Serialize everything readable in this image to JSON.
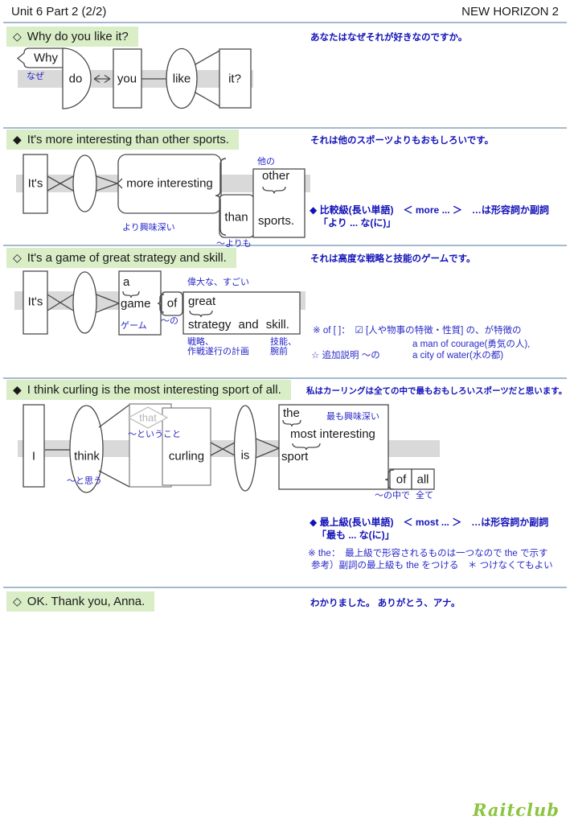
{
  "header": {
    "title": "Unit 6 Part 2 (2/2)",
    "book": "NEW HORIZON 2"
  },
  "sections": [
    {
      "marker": "◇",
      "title": "Why do you like it?",
      "translation": "あなたはなぜそれが好きなのですか。"
    },
    {
      "marker": "◆",
      "title": "It's more interesting than other sports.",
      "translation": "それは他のスポーツよりもおもしろいです。"
    },
    {
      "marker": "◇",
      "title": "It's a game of great strategy and skill.",
      "translation": "それは高度な戦略と技能のゲームです。"
    },
    {
      "marker": "◆",
      "title": "I think curling is the most interesting sport of all.",
      "translation": "私はカーリングは全ての中で最もおもしろいスポーツだと思います。"
    },
    {
      "marker": "◇",
      "title": "OK. Thank you, Anna.",
      "translation": "わかりました。 ありがとう、アナ。"
    }
  ],
  "diagram1": {
    "bubble": "Why",
    "bubble_gloss": "なぜ",
    "do": "do",
    "you": "you",
    "like": "like",
    "it": "it?"
  },
  "diagram2": {
    "its": "It's",
    "phrase": "more interesting",
    "phrase_gloss": "より興味深い",
    "than": "than",
    "than_gloss": "〜よりも",
    "other_gloss": "他の",
    "other": "other",
    "sports": "sports."
  },
  "diagram3": {
    "its": "It's",
    "a": "a",
    "game": "game",
    "game_gloss": "ゲーム",
    "of": "of",
    "of_gloss": "〜の",
    "great": "great",
    "great_gloss": "偉大な、すごい",
    "rest": "strategy and skill.",
    "strategy_gloss1": "戦略、",
    "strategy_gloss2": "作戦遂行の計画",
    "skill_gloss1": "技能、",
    "skill_gloss2": "腕前"
  },
  "diagram4": {
    "i": "I",
    "think": "think",
    "think_gloss": "〜と思う",
    "that": "that",
    "that_gloss": "〜ということ",
    "curling": "curling",
    "is": "is",
    "the": "the",
    "superlative_gloss": "最も興味深い",
    "most_interesting": "most interesting",
    "sport": "sport",
    "of": "of",
    "all": "all",
    "of_gloss": "〜の中で",
    "all_gloss": "全て"
  },
  "notes": {
    "comparative_line1": "◆ 比較級(長い単語)　＜ more ... ＞　…は形容詞か副詞",
    "comparative_line2": "「より ... な(に)」",
    "of_line1": "※ of [ ]：　☑ [人や物事の特徴・性質] の、が特徴の",
    "of_line2": "a man of courage(勇気の人),",
    "of_line3": "☆ 追加説明 〜の",
    "of_line4": "a city of water(水の都)",
    "superlative_line1": "◆ 最上級(長い単語)　＜ most ... ＞　…は形容詞か副詞",
    "superlative_line2": "「最も ... な(に)」",
    "the_line1": "※ the：　最上級で形容されるものは一つなので the で示す",
    "the_line2": "参考）副詞の最上級も the をつける　＊ つけなくてもよい"
  },
  "footer": {
    "logo": "Raitclub"
  },
  "colors": {
    "heading_bg": "#d9edc7",
    "translation_blue": "#1212b8",
    "gloss_blue": "#2424c8",
    "band_gray": "#d9d9d9",
    "divider_blue": "#a6bace",
    "logo_green": "#8bc53f"
  }
}
